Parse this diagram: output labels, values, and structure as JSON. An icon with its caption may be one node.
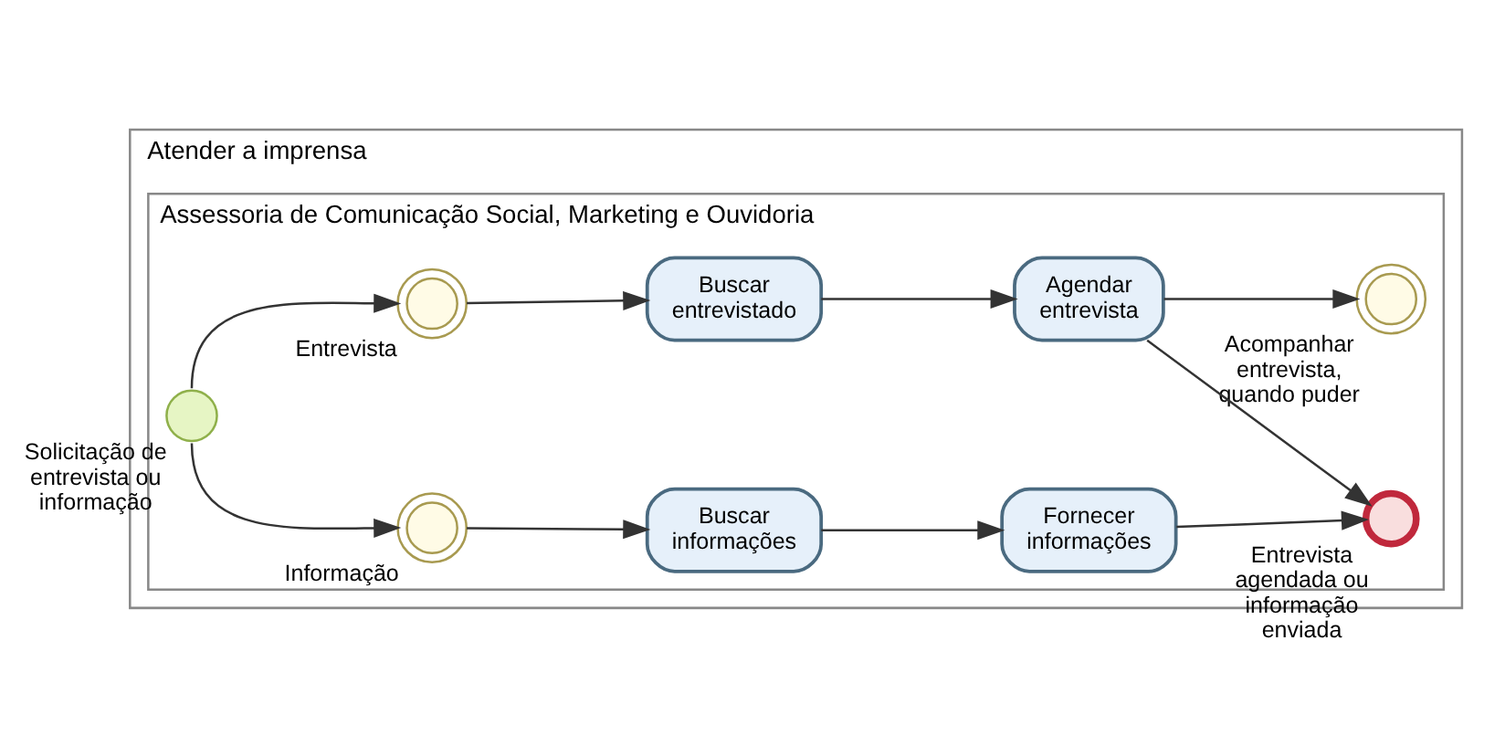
{
  "diagram": {
    "nodes": [
      {
        "text": [
          "Atender a imprensa"
        ]
      },
      {
        "text": [
          "Assessoria de Comunicação Social, Marketing e Ouvidoria"
        ],
        "in": 0
      },
      {
        "text": [],
        "shape": "circle",
        "beside": [
          "Solicitação de entrevista ou informação"
        ],
        "in": 1
      },
      {
        "text": [],
        "shape": "circle",
        "beside": [
          "Entrevista"
        ],
        "in": 1
      },
      {
        "text": [
          "Buscar entrevistado"
        ],
        "in": 1
      },
      {
        "text": [
          "Agendar entrevista"
        ],
        "in": 1
      },
      {
        "text": [],
        "shape": "circle",
        "beside": [
          "Acompanhar entrevista, quando puder"
        ],
        "in": 1
      },
      {
        "text": [],
        "shape": "circle",
        "beside": [
          "Informação"
        ],
        "in": 1
      },
      {
        "text": [
          "Buscar informações"
        ],
        "in": 1
      },
      {
        "text": [
          "Fornecer informações"
        ],
        "in": 1
      },
      {
        "text": [],
        "shape": "circle",
        "beside": [
          "Entrevista agendada ou informação enviada"
        ],
        "in": 1
      }
    ],
    "edges": [
      {
        "from": 2,
        "to": 3,
        "arrow": "to"
      },
      {
        "from": 3,
        "to": 4,
        "arrow": "to"
      },
      {
        "from": 4,
        "to": 5,
        "arrow": "to"
      },
      {
        "from": 5,
        "to": 6,
        "arrow": "to"
      },
      {
        "from": 5,
        "to": 10,
        "arrow": "to"
      },
      {
        "from": 2,
        "to": 7,
        "arrow": "to"
      },
      {
        "from": 7,
        "to": 8,
        "arrow": "to"
      },
      {
        "from": 8,
        "to": 9,
        "arrow": "to"
      },
      {
        "from": 9,
        "to": 10,
        "arrow": "to"
      }
    ]
  }
}
